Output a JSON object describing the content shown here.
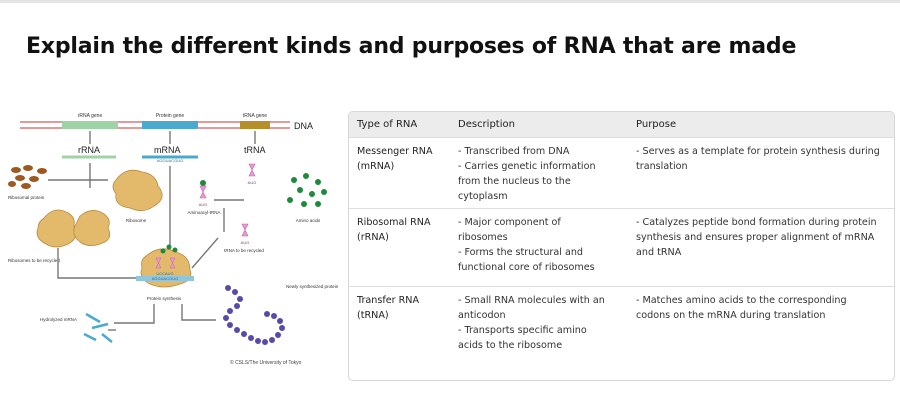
{
  "title": "Explain the different kinds and purposes of RNA that are made",
  "diagram": {
    "gene_labels": [
      "rRNA gene",
      "Protein gene",
      "tRNA gene"
    ],
    "dna_label": "DNA",
    "rna_labels": [
      "rRNA",
      "mRNA",
      "tRNA"
    ],
    "mrna_seq_top": "AGGUACGUG",
    "labels": {
      "ribosomal_protein": "Ribosomal protein",
      "ribosome": "Ribosome",
      "aminoacyl_trna": "Aminoacyl-tRNA",
      "amino_acids": "Amino acids",
      "trna_recycled": "tRNA to be recycled",
      "ribosomes_recycled": "Ribosomes to be recycled",
      "newly_synthesized": "Newly synthesized protein",
      "protein_synthesis": "Protein synthesis",
      "hydrolyzed_mrna": "Hydrolyzed mRNA",
      "credit": "© CSLS/The University of Tokyo"
    },
    "codons": [
      "AUG",
      "AUG",
      "AUG",
      "AUG",
      "AUG"
    ],
    "strip_top": "UCCAUG",
    "strip_bottom": "AGGUACGUG"
  },
  "table": {
    "headers": [
      "Type of RNA",
      "Description",
      "Purpose"
    ],
    "rows": [
      {
        "type": [
          "Messenger RNA",
          "(mRNA)"
        ],
        "description": [
          "- Transcribed from DNA",
          "- Carries genetic information",
          "from the nucleus to the",
          "cytoplasm"
        ],
        "purpose": [
          "- Serves as a template for protein synthesis during",
          "translation"
        ]
      },
      {
        "type": [
          "Ribosomal RNA",
          "(rRNA)"
        ],
        "description": [
          "- Major component of",
          "ribosomes",
          "- Forms the structural and",
          "functional core of ribosomes"
        ],
        "purpose": [
          "- Catalyzes peptide bond formation during protein",
          "synthesis and ensures proper alignment of mRNA",
          "and tRNA"
        ]
      },
      {
        "type": [
          "Transfer RNA",
          "(tRNA)"
        ],
        "description": [
          "- Small RNA molecules with an",
          "anticodon",
          "- Transports specific amino",
          "acids to the ribosome"
        ],
        "purpose": [
          "- Matches amino acids to the corresponding",
          "codons on the mRNA during translation"
        ]
      }
    ]
  }
}
